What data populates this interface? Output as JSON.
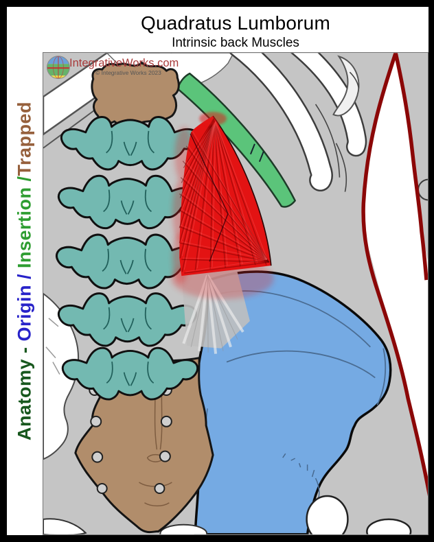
{
  "header": {
    "title": "Quadratus Lumborum",
    "subtitle": "Intrinsic back Muscles"
  },
  "watermark": {
    "site": "IntegrativeWorks.com",
    "copyright": "© Integrative Works 2023"
  },
  "side_label": {
    "full_text": "Anatomy - Origin / Insertion /Trapped",
    "segments": [
      {
        "text": "Anatomy - ",
        "color": "#17571d"
      },
      {
        "text": "Origin / ",
        "color": "#2823c9"
      },
      {
        "text": "Insertion /",
        "color": "#2e9d31"
      },
      {
        "text": "Trapped",
        "color": "#96603c"
      }
    ]
  },
  "figure": {
    "type": "anatomical-illustration",
    "view": "posterior lumbar region",
    "structures": [
      {
        "name": "quadratus-lumborum-muscle",
        "color": "#e31313"
      },
      {
        "name": "twelfth-rib",
        "color": "#5bc47a"
      },
      {
        "name": "lumbar-vertebrae",
        "color": "#73b9b1"
      },
      {
        "name": "t12-vertebra",
        "color": "#b18d6b"
      },
      {
        "name": "sacrum",
        "color": "#b18d6b"
      },
      {
        "name": "ilium",
        "color": "#75aae3"
      },
      {
        "name": "ribs",
        "color": "#ffffff"
      },
      {
        "name": "body-outline",
        "color": "#8b0707"
      },
      {
        "name": "background",
        "color": "#c5c5c5"
      }
    ]
  }
}
